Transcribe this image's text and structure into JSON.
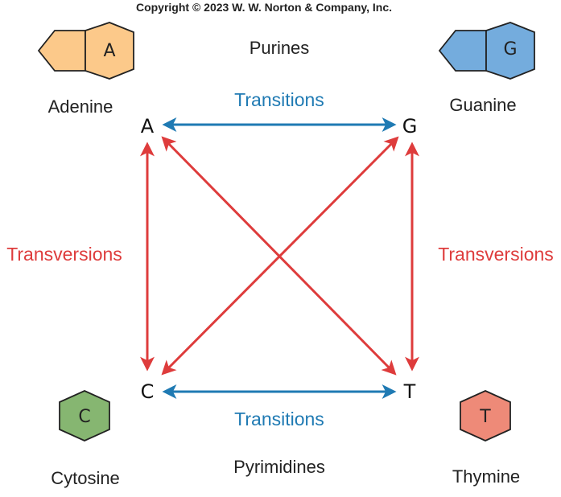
{
  "copyright": "Copyright © 2023 W. W. Norton & Company, Inc.",
  "groups": {
    "purines": "Purines",
    "pyrimidines": "Pyrimidines"
  },
  "bases": {
    "adenine": {
      "name": "Adenine",
      "letter": "A",
      "color": "#fcc98a"
    },
    "guanine": {
      "name": "Guanine",
      "letter": "G",
      "color": "#74acdd"
    },
    "cytosine": {
      "name": "Cytosine",
      "letter": "C",
      "color": "#86b671"
    },
    "thymine": {
      "name": "Thymine",
      "letter": "T",
      "color": "#ee8a78"
    }
  },
  "nodes": {
    "a": "A",
    "g": "G",
    "c": "C",
    "t": "T"
  },
  "transitions": {
    "top": "Transitions",
    "bottom": "Transitions"
  },
  "transversions": {
    "left": "Transversions",
    "right": "Transversions"
  },
  "colors": {
    "transition": "#1f7ab3",
    "transversion": "#de3c3c"
  }
}
